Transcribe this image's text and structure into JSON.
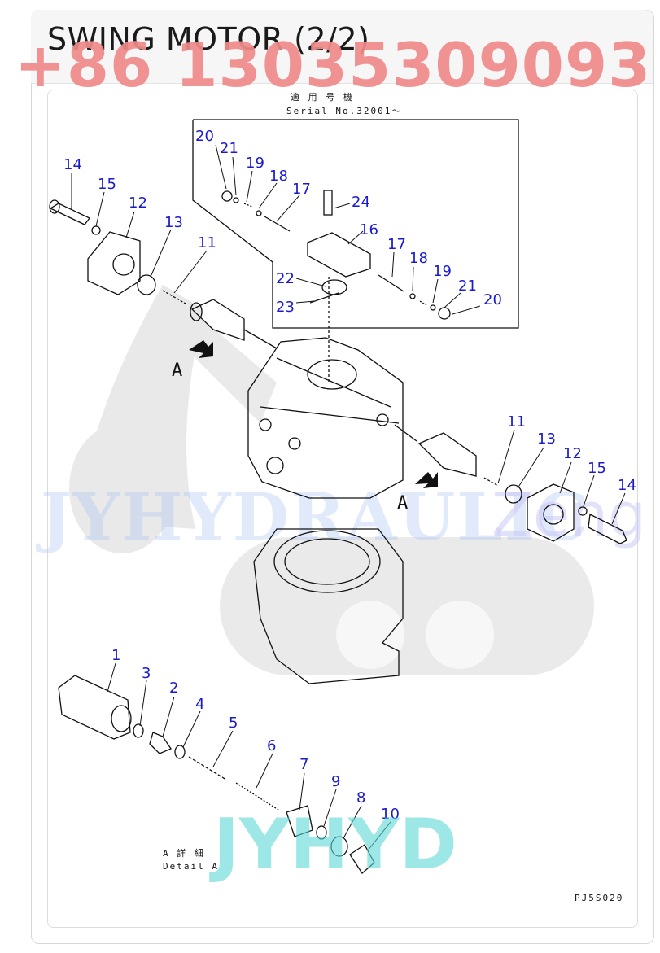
{
  "header": {
    "title": "SWING MOTOR (2/2)"
  },
  "watermarks": {
    "phone": "+86 13035309093",
    "brand_bottom": "JYHYD",
    "brand_mid": "JYHYDRAULIC",
    "brand_right": "Zeng"
  },
  "diagram": {
    "applicable_jp": "適 用 号 機",
    "serial": "Serial No.32001～",
    "detail_a_jp": "A 詳 細",
    "detail_a_en": "Detail A",
    "view_label_left": "A",
    "view_label_right": "A",
    "drawing_code": "PJ5S020",
    "callouts": {
      "c14_left": "14",
      "c15_left": "15",
      "c12_left": "12",
      "c13_left": "13",
      "c11_left": "11",
      "c20_top": "20",
      "c21_top": "21",
      "c19_top": "19",
      "c18_top": "18",
      "c17_top": "17",
      "c24": "24",
      "c16": "16",
      "c17_mid": "17",
      "c18_mid": "18",
      "c19_mid": "19",
      "c21_mid": "21",
      "c20_mid": "20",
      "c22": "22",
      "c23": "23",
      "c11_right": "11",
      "c13_right": "13",
      "c12_right": "12",
      "c15_right": "15",
      "c14_right": "14",
      "c1": "1",
      "c3": "3",
      "c2": "2",
      "c4": "4",
      "c5": "5",
      "c6": "6",
      "c7": "7",
      "c9": "9",
      "c8": "8",
      "c10": "10"
    }
  },
  "colors": {
    "callout": "#1a1acf",
    "line": "#111111",
    "phone_watermark": "#f08a8a",
    "brand_watermark": "#5fd8d8"
  }
}
